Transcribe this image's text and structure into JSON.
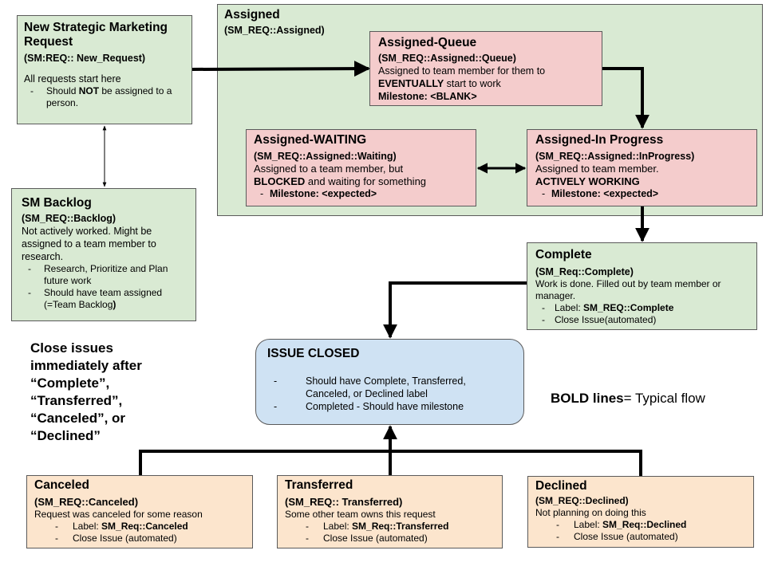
{
  "assigned_group": {
    "title": "Assigned",
    "code": "(SM_REQ::Assigned)"
  },
  "new_request": {
    "title": "New Strategic Marketing Request",
    "code": "(SM:REQ:: New_Request)",
    "desc": "All requests start here",
    "bullet_pre": "Should ",
    "bullet_bold": "NOT",
    "bullet_post": " be assigned to a person."
  },
  "backlog": {
    "title": "SM Backlog",
    "code": "(SM_REQ::Backlog)",
    "desc": "Not actively worked.  Might be assigned to a team member to research.",
    "bullet1": "Research, Prioritize and Plan future work",
    "bullet2_pre": "Should have team assigned (=Team Backlog",
    "bullet2_bold": ")"
  },
  "queue": {
    "title": "Assigned-Queue",
    "code": "(SM_REQ::Assigned::Queue)",
    "desc1": "Assigned to team member for them to",
    "desc2_bold": "EVENTUALLY",
    "desc2_post": " start to work",
    "milestone": "Milestone: <BLANK>"
  },
  "waiting": {
    "title": "Assigned-WAITING",
    "code": "(SM_REQ::Assigned::Waiting)",
    "desc1": "Assigned to a team member, but",
    "desc2_bold": "BLOCKED",
    "desc2_post": " and waiting for something",
    "milestone": "Milestone: <expected>"
  },
  "inprogress": {
    "title": "Assigned-In Progress",
    "code": "(SM_REQ::Assigned::InProgress)",
    "desc1": "Assigned to team member.",
    "desc2": "ACTIVELY WORKING",
    "milestone": "Milestone: <expected>"
  },
  "complete": {
    "title": "Complete",
    "code": "(SM_Req::Complete)",
    "desc": "Work is done.  Filled out by team member or manager.",
    "label_pre": "Label: ",
    "label_bold": "SM_REQ::Complete",
    "close": "Close Issue(automated)"
  },
  "closed": {
    "title": "ISSUE CLOSED",
    "bullet1": "Should have Complete, Transferred, Canceled, or Declined label",
    "bullet2": "Completed - Should have milestone"
  },
  "canceled": {
    "title": "Canceled",
    "code": "SM_REQ::Canceled",
    "desc": "Request was canceled for some reason",
    "label_pre": "Label: ",
    "label_bold": "SM_Req::Canceled",
    "close": "Close Issue (automated)"
  },
  "transferred": {
    "title": "Transferred",
    "code": "SM_REQ:: Transferred",
    "desc": "Some other team owns this request",
    "label_pre": "Label: ",
    "label_bold": "SM_Req::Transferred",
    "close": "Close Issue (automated)"
  },
  "declined": {
    "title": "Declined",
    "code": "(SM_REQ::Declined)",
    "desc": "Not planning on doing this",
    "label_pre": "Label: ",
    "label_bold": "SM_Req::Declined",
    "close": "Close Issue (automated)"
  },
  "close_note": "Close issues immediately after “Complete”, “Transferred”, “Canceled”, or “Declined”",
  "legend": {
    "bold": "BOLD lines",
    "rest": "= Typical flow"
  }
}
